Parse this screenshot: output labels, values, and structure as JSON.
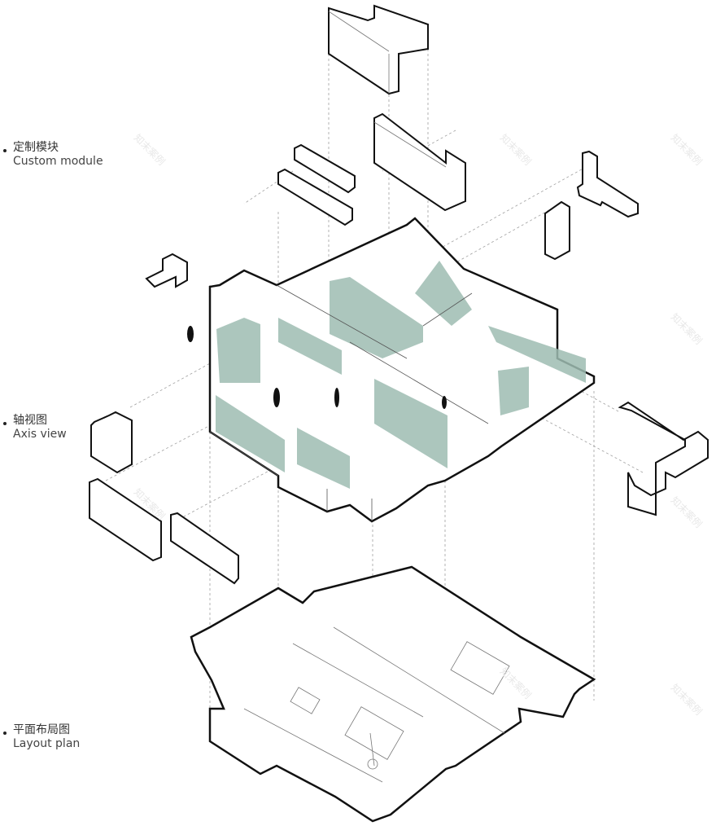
{
  "labels": {
    "custom_module": {
      "zh": "定制模块",
      "en": "Custom module"
    },
    "axis_view": {
      "zh": "轴视图",
      "en": "Axis view"
    },
    "layout_plan": {
      "zh": "平面布局图",
      "en": "Layout plan"
    }
  },
  "watermark": "知末案例",
  "colors": {
    "line": "#111111",
    "thin_line": "#555555",
    "dashed": "#9a9a9a",
    "module_fill": "#9ebcb2",
    "background": "#ffffff"
  }
}
